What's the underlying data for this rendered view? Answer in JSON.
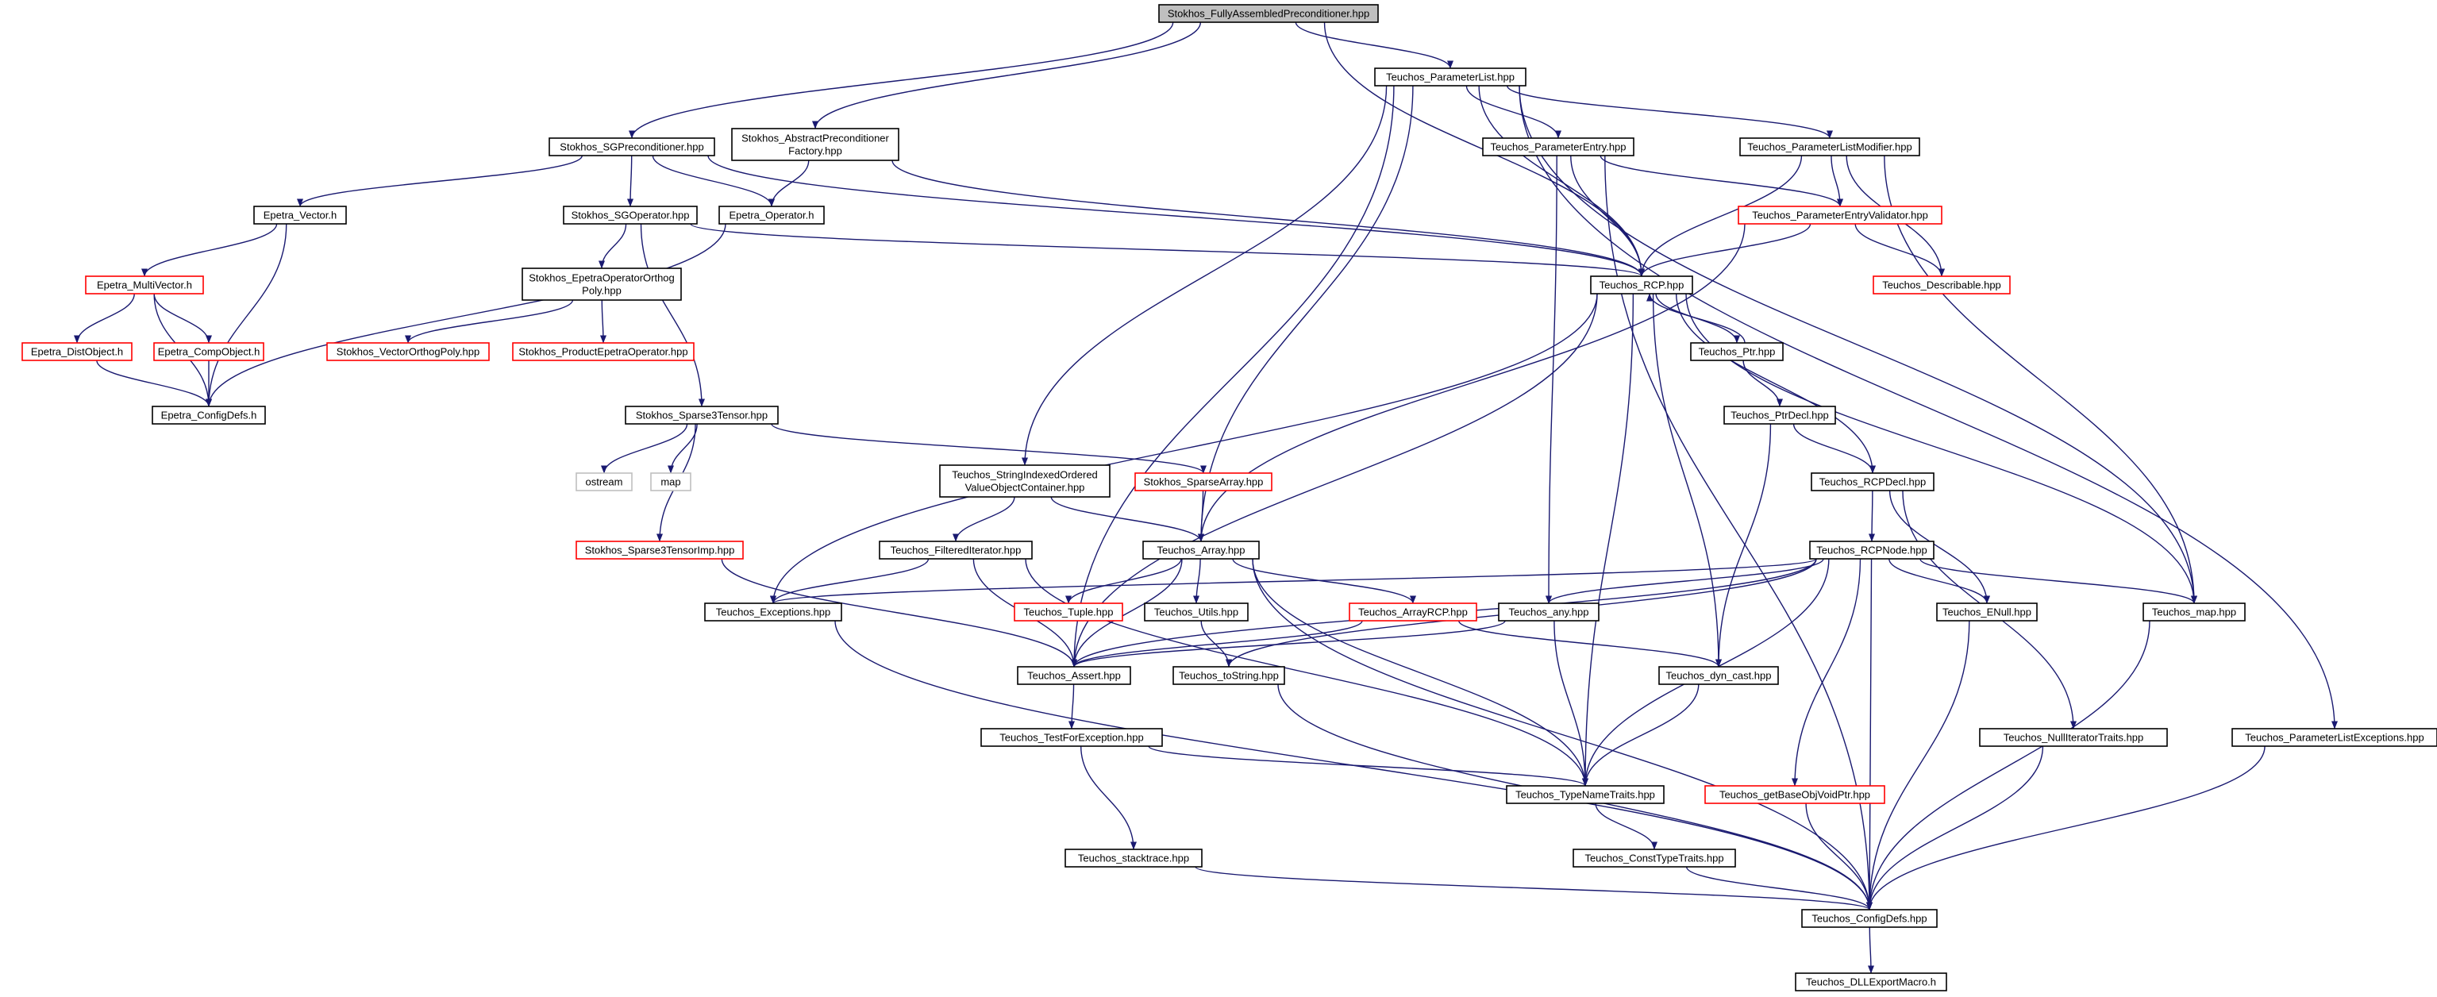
{
  "diagram": {
    "colors": {
      "root_fill": "#bfbfbf",
      "box_fill": "#ffffff",
      "normal_border": "#000000",
      "truncated_border": "#ff0000",
      "external_border": "#bfbfbf",
      "edge": "#191970"
    },
    "nodes": [
      {
        "id": "root",
        "kind": "root",
        "lines": [
          "Stokhos_FullyAssembledPreconditioner.hpp"
        ]
      },
      {
        "id": "teuchos_parameterlist",
        "kind": "normal",
        "lines": [
          "Teuchos_ParameterList.hpp"
        ]
      },
      {
        "id": "stokhos_sgpreconditioner",
        "kind": "normal",
        "lines": [
          "Stokhos_SGPreconditioner.hpp"
        ]
      },
      {
        "id": "stokhos_abstractpreconditionerfactory",
        "kind": "normal",
        "lines": [
          "Stokhos_AbstractPreconditioner",
          "Factory.hpp"
        ]
      },
      {
        "id": "teuchos_parameterentry",
        "kind": "normal",
        "lines": [
          "Teuchos_ParameterEntry.hpp"
        ]
      },
      {
        "id": "teuchos_parameterlistmodifier",
        "kind": "normal",
        "lines": [
          "Teuchos_ParameterListModifier.hpp"
        ]
      },
      {
        "id": "epetra_vector",
        "kind": "normal",
        "lines": [
          "Epetra_Vector.h"
        ]
      },
      {
        "id": "stokhos_sgoperator",
        "kind": "normal",
        "lines": [
          "Stokhos_SGOperator.hpp"
        ]
      },
      {
        "id": "epetra_operator",
        "kind": "normal",
        "lines": [
          "Epetra_Operator.h"
        ]
      },
      {
        "id": "teuchos_parameterentryvalidator",
        "kind": "truncated",
        "lines": [
          "Teuchos_ParameterEntryValidator.hpp"
        ]
      },
      {
        "id": "epetra_multivector",
        "kind": "truncated",
        "lines": [
          "Epetra_MultiVector.h"
        ]
      },
      {
        "id": "stokhos_epetraoperatororthogpoly",
        "kind": "normal",
        "lines": [
          "Stokhos_EpetraOperatorOrthog",
          "Poly.hpp"
        ]
      },
      {
        "id": "teuchos_rcp",
        "kind": "normal",
        "lines": [
          "Teuchos_RCP.hpp"
        ]
      },
      {
        "id": "teuchos_describable",
        "kind": "truncated",
        "lines": [
          "Teuchos_Describable.hpp"
        ]
      },
      {
        "id": "epetra_distobject",
        "kind": "truncated",
        "lines": [
          "Epetra_DistObject.h"
        ]
      },
      {
        "id": "epetra_compobject",
        "kind": "truncated",
        "lines": [
          "Epetra_CompObject.h"
        ]
      },
      {
        "id": "stokhos_vectororthogpoly",
        "kind": "truncated",
        "lines": [
          "Stokhos_VectorOrthogPoly.hpp"
        ]
      },
      {
        "id": "stokhos_productepetraoperator",
        "kind": "truncated",
        "lines": [
          "Stokhos_ProductEpetraOperator.hpp"
        ]
      },
      {
        "id": "teuchos_ptr",
        "kind": "normal",
        "lines": [
          "Teuchos_Ptr.hpp"
        ]
      },
      {
        "id": "epetra_configdefs",
        "kind": "normal",
        "lines": [
          "Epetra_ConfigDefs.h"
        ]
      },
      {
        "id": "stokhos_sparse3tensor",
        "kind": "normal",
        "lines": [
          "Stokhos_Sparse3Tensor.hpp"
        ]
      },
      {
        "id": "teuchos_ptrdecl",
        "kind": "normal",
        "lines": [
          "Teuchos_PtrDecl.hpp"
        ]
      },
      {
        "id": "ostream",
        "kind": "external",
        "lines": [
          "ostream"
        ]
      },
      {
        "id": "map_std",
        "kind": "external",
        "lines": [
          "map"
        ]
      },
      {
        "id": "teuchos_stringindexedorderedvalueobjectcontainer",
        "kind": "normal",
        "lines": [
          "Teuchos_StringIndexedOrdered",
          "ValueObjectContainer.hpp"
        ]
      },
      {
        "id": "stokhos_sparsearray",
        "kind": "truncated",
        "lines": [
          "Stokhos_SparseArray.hpp"
        ]
      },
      {
        "id": "teuchos_rcpdecl",
        "kind": "normal",
        "lines": [
          "Teuchos_RCPDecl.hpp"
        ]
      },
      {
        "id": "stokhos_sparse3tensorimp",
        "kind": "truncated",
        "lines": [
          "Stokhos_Sparse3TensorImp.hpp"
        ]
      },
      {
        "id": "teuchos_filterediterator",
        "kind": "normal",
        "lines": [
          "Teuchos_FilteredIterator.hpp"
        ]
      },
      {
        "id": "teuchos_array",
        "kind": "normal",
        "lines": [
          "Teuchos_Array.hpp"
        ]
      },
      {
        "id": "teuchos_rcpnode",
        "kind": "normal",
        "lines": [
          "Teuchos_RCPNode.hpp"
        ]
      },
      {
        "id": "teuchos_exceptions",
        "kind": "normal",
        "lines": [
          "Teuchos_Exceptions.hpp"
        ]
      },
      {
        "id": "teuchos_tuple",
        "kind": "truncated",
        "lines": [
          "Teuchos_Tuple.hpp"
        ]
      },
      {
        "id": "teuchos_utils",
        "kind": "normal",
        "lines": [
          "Teuchos_Utils.hpp"
        ]
      },
      {
        "id": "teuchos_arrayrcp",
        "kind": "truncated",
        "lines": [
          "Teuchos_ArrayRCP.hpp"
        ]
      },
      {
        "id": "teuchos_any",
        "kind": "normal",
        "lines": [
          "Teuchos_any.hpp"
        ]
      },
      {
        "id": "teuchos_enull",
        "kind": "normal",
        "lines": [
          "Teuchos_ENull.hpp"
        ]
      },
      {
        "id": "teuchos_map",
        "kind": "normal",
        "lines": [
          "Teuchos_map.hpp"
        ]
      },
      {
        "id": "teuchos_asserth",
        "kind": "normal",
        "lines": [
          "Teuchos_Assert.hpp"
        ]
      },
      {
        "id": "teuchos_tostring",
        "kind": "normal",
        "lines": [
          "Teuchos_toString.hpp"
        ]
      },
      {
        "id": "teuchos_dyn_cast",
        "kind": "normal",
        "lines": [
          "Teuchos_dyn_cast.hpp"
        ]
      },
      {
        "id": "teuchos_testforexception",
        "kind": "normal",
        "lines": [
          "Teuchos_TestForException.hpp"
        ]
      },
      {
        "id": "teuchos_nulliteratortraits",
        "kind": "normal",
        "lines": [
          "Teuchos_NullIteratorTraits.hpp"
        ]
      },
      {
        "id": "teuchos_parameterlistexceptions",
        "kind": "normal",
        "lines": [
          "Teuchos_ParameterListExceptions.hpp"
        ]
      },
      {
        "id": "teuchos_typenametraits",
        "kind": "normal",
        "lines": [
          "Teuchos_TypeNameTraits.hpp"
        ]
      },
      {
        "id": "teuchos_getbaseobjvoidptr",
        "kind": "truncated",
        "lines": [
          "Teuchos_getBaseObjVoidPtr.hpp"
        ]
      },
      {
        "id": "teuchos_stacktrace",
        "kind": "normal",
        "lines": [
          "Teuchos_stacktrace.hpp"
        ]
      },
      {
        "id": "teuchos_consttypetraits",
        "kind": "normal",
        "lines": [
          "Teuchos_ConstTypeTraits.hpp"
        ]
      },
      {
        "id": "teuchos_configdefs",
        "kind": "normal",
        "lines": [
          "Teuchos_ConfigDefs.hpp"
        ]
      },
      {
        "id": "teuchos_dllexportmacro",
        "kind": "normal",
        "lines": [
          "Teuchos_DLLExportMacro.h"
        ]
      }
    ],
    "edges": [
      [
        "root",
        "teuchos_parameterlist"
      ],
      [
        "root",
        "stokhos_sgpreconditioner"
      ],
      [
        "root",
        "stokhos_abstractpreconditionerfactory"
      ],
      [
        "root",
        "teuchos_rcp"
      ],
      [
        "teuchos_parameterlist",
        "teuchos_parameterentry"
      ],
      [
        "teuchos_parameterlist",
        "teuchos_parameterlistmodifier"
      ],
      [
        "teuchos_parameterlist",
        "teuchos_parameterlistexceptions"
      ],
      [
        "teuchos_parameterlist",
        "teuchos_map"
      ],
      [
        "teuchos_parameterlist",
        "teuchos_rcp"
      ],
      [
        "teuchos_parameterlist",
        "teuchos_array"
      ],
      [
        "teuchos_parameterlist",
        "teuchos_asserth"
      ],
      [
        "teuchos_parameterlist",
        "teuchos_stringindexedorderedvalueobjectcontainer"
      ],
      [
        "stokhos_sgpreconditioner",
        "epetra_vector"
      ],
      [
        "stokhos_sgpreconditioner",
        "stokhos_sgoperator"
      ],
      [
        "stokhos_sgpreconditioner",
        "epetra_operator"
      ],
      [
        "stokhos_sgpreconditioner",
        "teuchos_rcp"
      ],
      [
        "stokhos_abstractpreconditionerfactory",
        "epetra_operator"
      ],
      [
        "stokhos_abstractpreconditionerfactory",
        "teuchos_rcp"
      ],
      [
        "teuchos_parameterentry",
        "teuchos_rcp"
      ],
      [
        "teuchos_parameterentry",
        "teuchos_parameterentryvalidator"
      ],
      [
        "teuchos_parameterentry",
        "teuchos_any"
      ],
      [
        "teuchos_parameterentry",
        "teuchos_configdefs"
      ],
      [
        "teuchos_parameterlistmodifier",
        "teuchos_parameterentryvalidator"
      ],
      [
        "teuchos_parameterlistmodifier",
        "teuchos_describable"
      ],
      [
        "teuchos_parameterlistmodifier",
        "teuchos_rcp"
      ],
      [
        "teuchos_parameterlistmodifier",
        "teuchos_map"
      ],
      [
        "teuchos_parameterentryvalidator",
        "teuchos_rcp"
      ],
      [
        "teuchos_parameterentryvalidator",
        "teuchos_describable"
      ],
      [
        "teuchos_parameterentryvalidator",
        "teuchos_array"
      ],
      [
        "epetra_vector",
        "epetra_multivector"
      ],
      [
        "epetra_vector",
        "epetra_configdefs"
      ],
      [
        "epetra_multivector",
        "epetra_distobject"
      ],
      [
        "epetra_multivector",
        "epetra_compobject"
      ],
      [
        "epetra_multivector",
        "epetra_configdefs"
      ],
      [
        "epetra_distobject",
        "epetra_configdefs"
      ],
      [
        "epetra_compobject",
        "epetra_configdefs"
      ],
      [
        "epetra_operator",
        "epetra_configdefs"
      ],
      [
        "stokhos_sgoperator",
        "stokhos_epetraoperatororthogpoly"
      ],
      [
        "stokhos_sgoperator",
        "teuchos_rcp"
      ],
      [
        "stokhos_sgoperator",
        "stokhos_sparse3tensor"
      ],
      [
        "stokhos_epetraoperatororthogpoly",
        "stokhos_vectororthogpoly"
      ],
      [
        "stokhos_epetraoperatororthogpoly",
        "stokhos_productepetraoperator"
      ],
      [
        "stokhos_sparse3tensor",
        "ostream"
      ],
      [
        "stokhos_sparse3tensor",
        "map_std"
      ],
      [
        "stokhos_sparse3tensor",
        "stokhos_sparse3tensorimp"
      ],
      [
        "stokhos_sparse3tensor",
        "stokhos_sparsearray"
      ],
      [
        "stokhos_sparse3tensorimp",
        "teuchos_asserth"
      ],
      [
        "stokhos_sparsearray",
        "teuchos_array"
      ],
      [
        "teuchos_rcp",
        "teuchos_ptr"
      ],
      [
        "teuchos_rcp",
        "teuchos_rcpdecl"
      ],
      [
        "teuchos_rcp",
        "teuchos_exceptions"
      ],
      [
        "teuchos_rcp",
        "teuchos_asserth"
      ],
      [
        "teuchos_rcp",
        "teuchos_dyn_cast"
      ],
      [
        "teuchos_rcp",
        "teuchos_map"
      ],
      [
        "teuchos_rcp",
        "teuchos_typenametraits"
      ],
      [
        "teuchos_ptr",
        "teuchos_rcp"
      ],
      [
        "teuchos_ptr",
        "teuchos_ptrdecl"
      ],
      [
        "teuchos_ptrdecl",
        "teuchos_rcpdecl"
      ],
      [
        "teuchos_ptrdecl",
        "teuchos_dyn_cast"
      ],
      [
        "teuchos_rcpdecl",
        "teuchos_rcpnode"
      ],
      [
        "teuchos_rcpdecl",
        "teuchos_enull"
      ],
      [
        "teuchos_rcpdecl",
        "teuchos_nulliteratortraits"
      ],
      [
        "teuchos_stringindexedorderedvalueobjectcontainer",
        "teuchos_array"
      ],
      [
        "teuchos_stringindexedorderedvalueobjectcontainer",
        "teuchos_filterediterator"
      ],
      [
        "teuchos_filterediterator",
        "teuchos_exceptions"
      ],
      [
        "teuchos_filterediterator",
        "teuchos_asserth"
      ],
      [
        "teuchos_filterediterator",
        "teuchos_typenametraits"
      ],
      [
        "teuchos_array",
        "teuchos_asserth"
      ],
      [
        "teuchos_array",
        "teuchos_tuple"
      ],
      [
        "teuchos_array",
        "teuchos_utils"
      ],
      [
        "teuchos_array",
        "teuchos_arrayrcp"
      ],
      [
        "teuchos_array",
        "teuchos_typenametraits"
      ],
      [
        "teuchos_array",
        "teuchos_configdefs"
      ],
      [
        "teuchos_rcpnode",
        "teuchos_exceptions"
      ],
      [
        "teuchos_rcpnode",
        "teuchos_any"
      ],
      [
        "teuchos_rcpnode",
        "teuchos_enull"
      ],
      [
        "teuchos_rcpnode",
        "teuchos_map"
      ],
      [
        "teuchos_rcpnode",
        "teuchos_asserth"
      ],
      [
        "teuchos_rcpnode",
        "teuchos_tostring"
      ],
      [
        "teuchos_rcpnode",
        "teuchos_typenametraits"
      ],
      [
        "teuchos_rcpnode",
        "teuchos_getbaseobjvoidptr"
      ],
      [
        "teuchos_rcpnode",
        "teuchos_configdefs"
      ],
      [
        "teuchos_exceptions",
        "teuchos_configdefs"
      ],
      [
        "teuchos_utils",
        "teuchos_tostring"
      ],
      [
        "teuchos_arrayrcp",
        "teuchos_asserth"
      ],
      [
        "teuchos_arrayrcp",
        "teuchos_dyn_cast"
      ],
      [
        "teuchos_any",
        "teuchos_asserth"
      ],
      [
        "teuchos_any",
        "teuchos_typenametraits"
      ],
      [
        "teuchos_enull",
        "teuchos_configdefs"
      ],
      [
        "teuchos_map",
        "teuchos_configdefs"
      ],
      [
        "teuchos_asserth",
        "teuchos_testforexception"
      ],
      [
        "teuchos_tostring",
        "teuchos_configdefs"
      ],
      [
        "teuchos_dyn_cast",
        "teuchos_typenametraits"
      ],
      [
        "teuchos_testforexception",
        "teuchos_typenametraits"
      ],
      [
        "teuchos_testforexception",
        "teuchos_stacktrace"
      ],
      [
        "teuchos_stacktrace",
        "teuchos_configdefs"
      ],
      [
        "teuchos_typenametraits",
        "teuchos_consttypetraits"
      ],
      [
        "teuchos_consttypetraits",
        "teuchos_configdefs"
      ],
      [
        "teuchos_nulliteratortraits",
        "teuchos_configdefs"
      ],
      [
        "teuchos_parameterlistexceptions",
        "teuchos_configdefs"
      ],
      [
        "teuchos_getbaseobjvoidptr",
        "teuchos_configdefs"
      ],
      [
        "teuchos_configdefs",
        "teuchos_dllexportmacro"
      ]
    ]
  }
}
